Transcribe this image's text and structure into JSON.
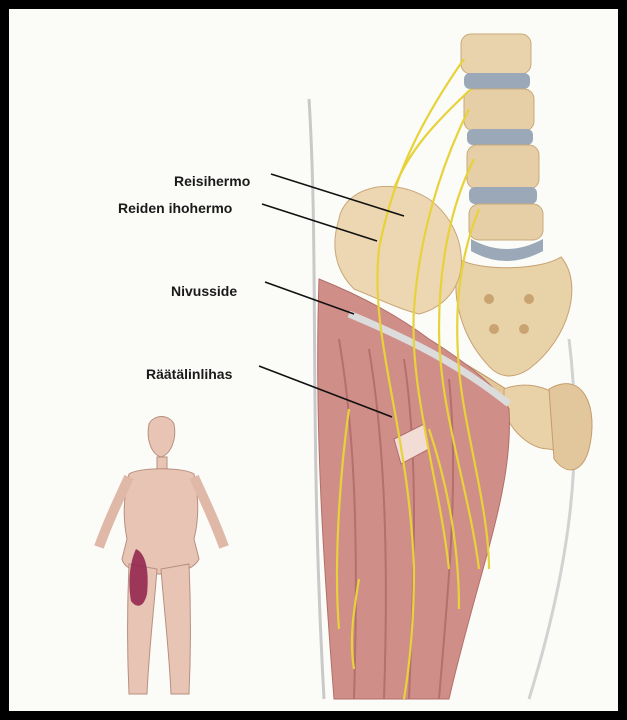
{
  "labels": {
    "femoral_nerve": "Reisihermo",
    "lateral_cutaneous_nerve": "Reiden ihohermo",
    "inguinal_ligament": "Nivusside",
    "sartorius_muscle": "Räätälinlihas"
  },
  "colors": {
    "border": "#000000",
    "paper": "#fbfbf8",
    "bone": "#e6cfa6",
    "disc": "#9aa8b8",
    "muscle": "#c98883",
    "nerve": "#e8d23a",
    "skin": "#e8c4b4",
    "pain_area": "#8e1f4a"
  }
}
